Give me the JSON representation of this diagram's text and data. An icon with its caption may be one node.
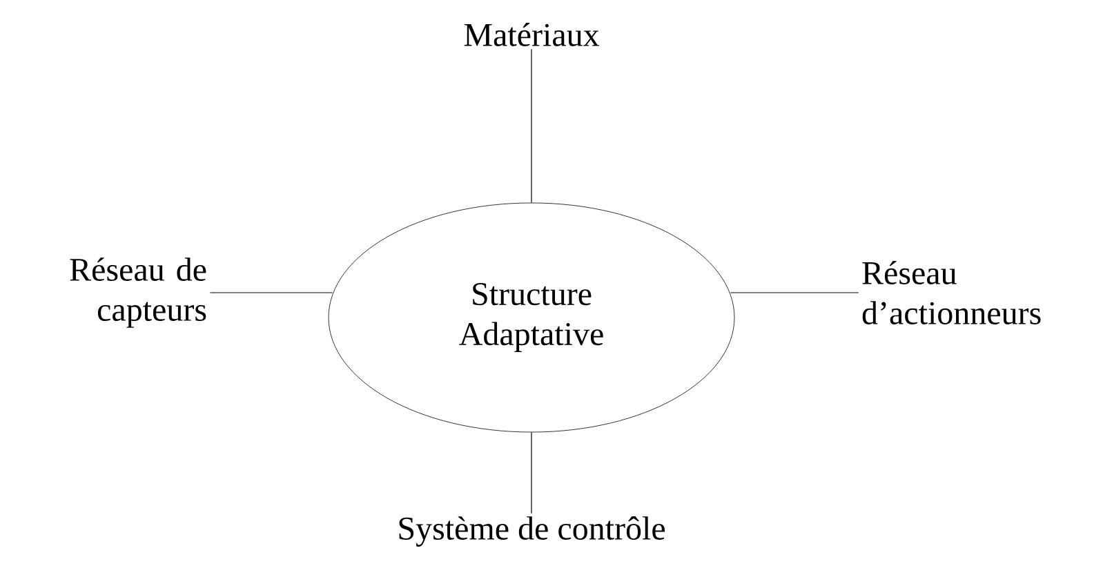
{
  "diagram": {
    "nodes": [
      {
        "text": [
          "Structure Adaptative"
        ]
      },
      {
        "text": [
          "Matériaux"
        ]
      },
      {
        "text": [
          "Réseau de capteurs"
        ]
      },
      {
        "text": [
          "Réseau d’actionneurs"
        ]
      },
      {
        "text": [
          "Système de contrôle"
        ]
      }
    ],
    "edges": [
      {
        "from": 0,
        "to": 1,
        "arrow": "none"
      },
      {
        "from": 2,
        "to": 0,
        "arrow": "none"
      },
      {
        "from": 0,
        "to": 3,
        "arrow": "none"
      },
      {
        "from": 0,
        "to": 4,
        "arrow": "none"
      }
    ]
  }
}
